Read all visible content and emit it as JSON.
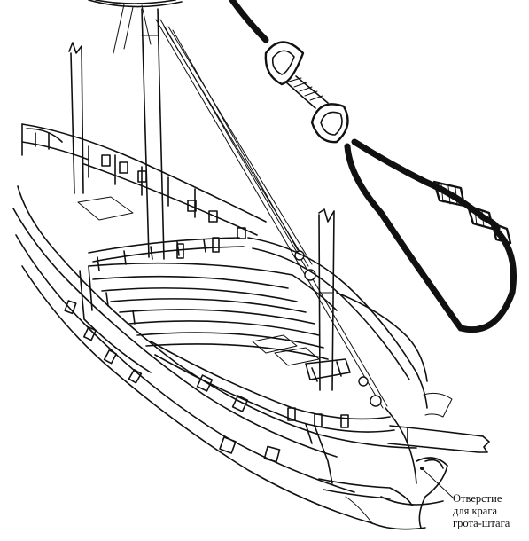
{
  "callout": {
    "line1": "Отверстие",
    "line2": "для крага",
    "line3": "грота-штага"
  },
  "colors": {
    "ink": "#111111",
    "paper": "#ffffff"
  }
}
